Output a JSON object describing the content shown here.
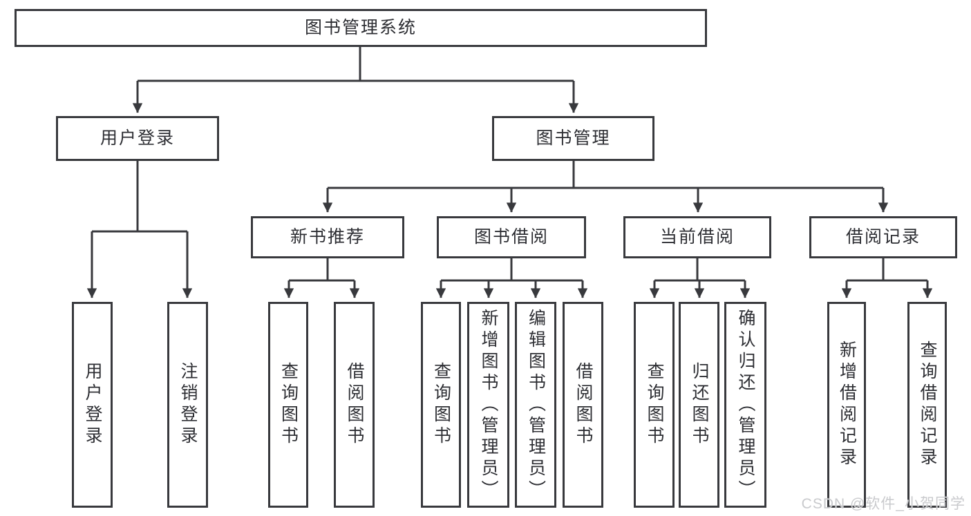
{
  "diagram": {
    "nodes": {
      "root": {
        "label": "图书管理系统"
      },
      "user_login": {
        "label": "用户登录"
      },
      "book_management": {
        "label": "图书管理"
      },
      "new_book_recommend": {
        "label": "新书推荐"
      },
      "book_borrowing": {
        "label": "图书借阅"
      },
      "current_borrowing": {
        "label": "当前借阅"
      },
      "borrowing_records": {
        "label": "借阅记录"
      },
      "leaf_user_login": {
        "label": "用户登录"
      },
      "leaf_logout_login": {
        "label": "注销登录"
      },
      "leaf_query_books_recommend": {
        "label": "查询图书"
      },
      "leaf_borrow_books_recommend": {
        "label": "借阅图书"
      },
      "leaf_query_books_borrowing": {
        "label": "查询图书"
      },
      "leaf_add_books_admin": {
        "label": "新增图书（管理员）"
      },
      "leaf_edit_books_admin": {
        "label": "编辑图书（管理员）"
      },
      "leaf_borrow_books_borrowing": {
        "label": "借阅图书"
      },
      "leaf_query_books_current": {
        "label": "查询图书"
      },
      "leaf_return_books": {
        "label": "归还图书"
      },
      "leaf_confirm_return_admin": {
        "label": "确认归还（管理员）"
      },
      "leaf_add_borrow_record": {
        "label": "新增借阅记录"
      },
      "leaf_query_borrow_record": {
        "label": "查询借阅记录"
      }
    },
    "colors": {
      "line": "#38393d",
      "text": "#2d2e33",
      "background": "#ffffff",
      "watermark": "#c9cacd"
    }
  },
  "watermark": {
    "text": "CSDN @软件_小贺同学"
  }
}
